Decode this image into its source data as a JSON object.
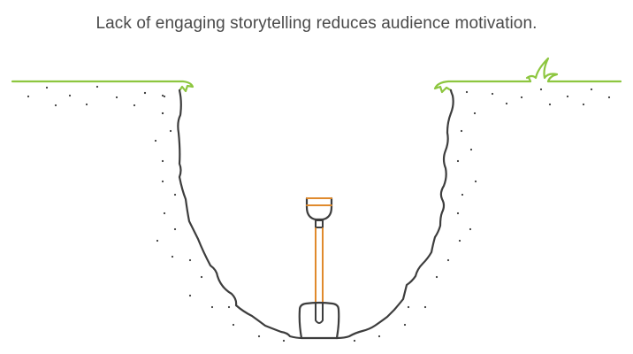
{
  "title": "Lack of engaging storytelling reduces audience motivation.",
  "colors": {
    "grass": "#8dc63f",
    "hole_outline": "#3d3d3d",
    "shovel_handle": "#e08a2c",
    "shovel_metal": "#3d3d3d",
    "soil_dots": "#3d3d3d",
    "title_text": "#4a4a4a"
  },
  "illustration": {
    "elements": [
      "ground-left",
      "ground-right",
      "grass-tuft",
      "hole",
      "shovel",
      "soil-dots"
    ]
  }
}
